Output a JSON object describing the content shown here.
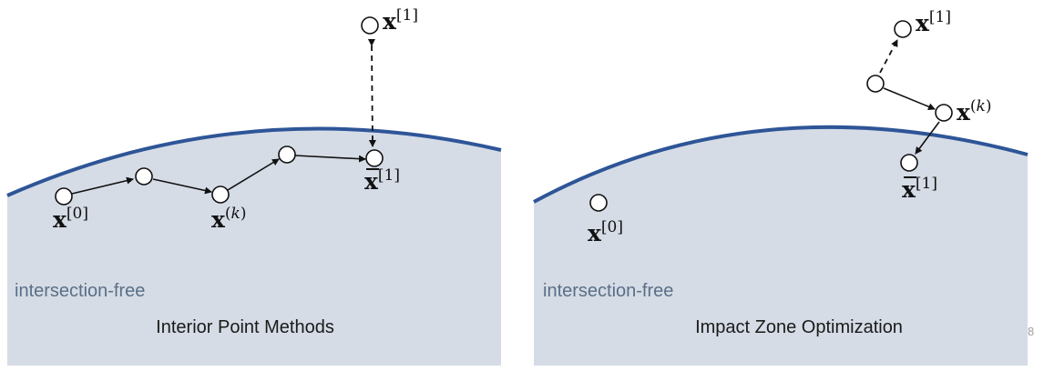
{
  "colors": {
    "region_fill": "#d5dce6",
    "boundary": "#2e5597",
    "region_label": "#5a6f86",
    "title_text": "#1a1a1a",
    "node_stroke": "#111111",
    "node_fill": "#ffffff",
    "page_number": "#a0a0a0"
  },
  "page_number": "8",
  "panels": [
    {
      "region_label": "intersection-free",
      "title": "Interior Point Methods",
      "labels": {
        "x0": "x[0]",
        "xk": "x(k)",
        "x1": "x[1]",
        "xbar1": "x̄[1]"
      }
    },
    {
      "region_label": "intersection-free",
      "title": "Impact Zone Optimization",
      "labels": {
        "x0": "x[0]",
        "xk": "x(k)",
        "x1": "x[1]",
        "xbar1": "x̄[1]"
      }
    }
  ]
}
